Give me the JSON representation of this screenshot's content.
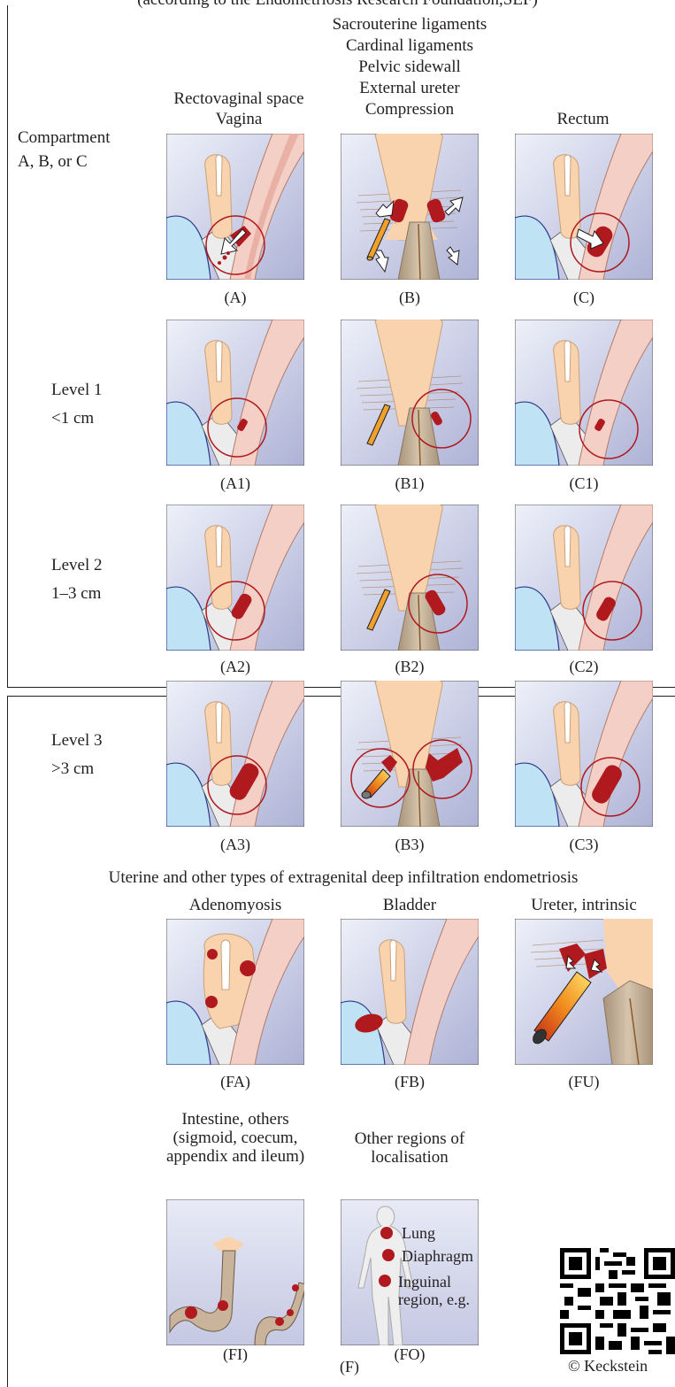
{
  "header_cut": "(according to the Endometriosis Research Foundation,SEF)",
  "top": {
    "col_a_title": [
      "Rectovaginal space",
      "Vagina"
    ],
    "col_b_title": [
      "Sacrouterine ligaments",
      "Cardinal ligaments",
      "Pelvic sidewall",
      "External ureter",
      "Compression"
    ],
    "col_c_title": [
      "Rectum"
    ],
    "row_labels": {
      "compartment": [
        "Compartment",
        "A, B, or C"
      ],
      "level1": [
        "Level 1",
        "<1 cm"
      ],
      "level2": [
        "Level 2",
        "1–3 cm"
      ],
      "level3": [
        "Level 3",
        ">3 cm"
      ]
    },
    "captions": {
      "A": "(A)",
      "B": "(B)",
      "C": "(C)",
      "A1": "(A1)",
      "B1": "(B1)",
      "C1": "(C1)",
      "A2": "(A2)",
      "B2": "(B2)",
      "C2": "(C2)",
      "A3": "(A3)",
      "B3": "(B3)",
      "C3": "(C3)"
    }
  },
  "bottom": {
    "title": "Uterine and other types of extragenital deep infiltration endometriosis",
    "adenomyosis": "Adenomyosis",
    "bladder": "Bladder",
    "ureter": "Ureter, intrinsic",
    "intestine": [
      "Intestine, others",
      "(sigmoid, coecum,",
      "appendix and ileum)"
    ],
    "other": [
      "Other regions of",
      "localisation"
    ],
    "fo_labels": {
      "lung": "Lung",
      "diaphragm": "Diaphragm",
      "inguinal1": "Inguinal",
      "inguinal2": "region, e.g."
    },
    "captions": {
      "FA": "(FA)",
      "FB": "(FB)",
      "FU": "(FU)",
      "FI": "(FI)",
      "FO": "(FO)",
      "F": "(F)"
    },
    "copyright": "© Keckstein"
  },
  "colors": {
    "lesion": "#b0191e",
    "uterus": "#f9d3ae",
    "rectum": "#f3cfc6",
    "bladder": "#bfe3f5",
    "panel_bg": "#c9cde6",
    "ureter": "#c9b49b"
  }
}
